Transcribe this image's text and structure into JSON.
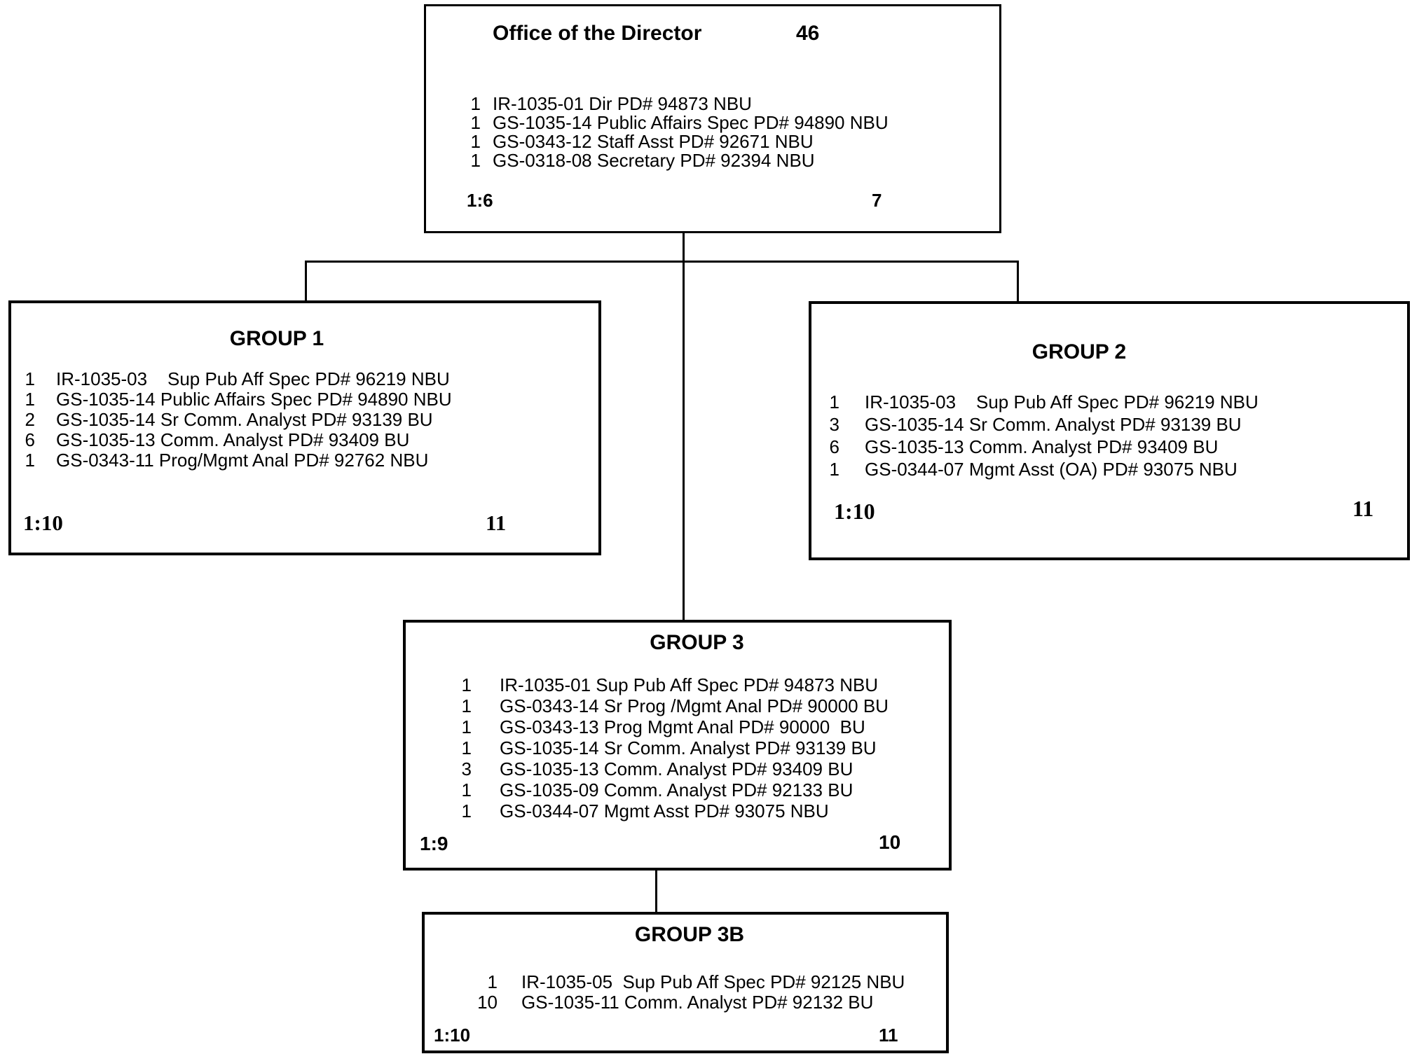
{
  "colors": {
    "ink": "#000000",
    "paper": "#ffffff"
  },
  "nodes": {
    "director": {
      "title": "Office of the Director",
      "headcount": "46",
      "staff": [
        {
          "count": "1",
          "role": "IR-1035-01 Dir PD# 94873 NBU"
        },
        {
          "count": "1",
          "role": "GS-1035-14 Public Affairs Spec PD# 94890 NBU"
        },
        {
          "count": "1",
          "role": "GS-0343-12 Staff Asst PD# 92671 NBU"
        },
        {
          "count": "1",
          "role": "GS-0318-08 Secretary PD# 92394 NBU"
        }
      ],
      "ratio": "1:6",
      "total": "7"
    },
    "group1": {
      "title": "GROUP 1",
      "staff": [
        {
          "count": "1",
          "role": "IR-1035-03    Sup Pub Aff Spec PD# 96219 NBU"
        },
        {
          "count": "1",
          "role": "GS-1035-14 Public Affairs Spec PD# 94890 NBU"
        },
        {
          "count": "2",
          "role": "GS-1035-14 Sr Comm. Analyst PD# 93139 BU"
        },
        {
          "count": "6",
          "role": "GS-1035-13 Comm. Analyst PD# 93409 BU"
        },
        {
          "count": "1",
          "role": "GS-0343-11 Prog/Mgmt Anal PD# 92762 NBU"
        }
      ],
      "ratio": "1:10",
      "total": "11"
    },
    "group2": {
      "title": "GROUP 2",
      "staff": [
        {
          "count": "1",
          "role": "IR-1035-03    Sup Pub Aff Spec PD# 96219 NBU"
        },
        {
          "count": "3",
          "role": "GS-1035-14 Sr Comm. Analyst PD# 93139 BU"
        },
        {
          "count": "6",
          "role": "GS-1035-13 Comm. Analyst PD# 93409 BU"
        },
        {
          "count": "1",
          "role": "GS-0344-07 Mgmt Asst (OA) PD# 93075 NBU"
        }
      ],
      "ratio": "1:10",
      "total": "11"
    },
    "group3": {
      "title": "GROUP 3",
      "staff": [
        {
          "count": "1",
          "role": "IR-1035-01 Sup Pub Aff Spec PD# 94873 NBU"
        },
        {
          "count": "1",
          "role": "GS-0343-14 Sr Prog /Mgmt Anal PD# 90000 BU"
        },
        {
          "count": "1",
          "role": "GS-0343-13 Prog Mgmt Anal PD# 90000  BU"
        },
        {
          "count": "1",
          "role": "GS-1035-14 Sr Comm. Analyst PD# 93139 BU"
        },
        {
          "count": "3",
          "role": "GS-1035-13 Comm. Analyst PD# 93409 BU"
        },
        {
          "count": "1",
          "role": "GS-1035-09 Comm. Analyst PD# 92133 BU"
        },
        {
          "count": "1",
          "role": "GS-0344-07 Mgmt Asst PD# 93075 NBU"
        }
      ],
      "ratio": "1:9",
      "total": "10"
    },
    "group3b": {
      "title": "GROUP 3B",
      "staff": [
        {
          "count": "1",
          "role": "IR-1035-05  Sup Pub Aff Spec PD# 92125 NBU"
        },
        {
          "count": "10",
          "role": "GS-1035-11 Comm. Analyst PD# 92132 BU"
        }
      ],
      "ratio": "1:10",
      "total": "11"
    }
  }
}
